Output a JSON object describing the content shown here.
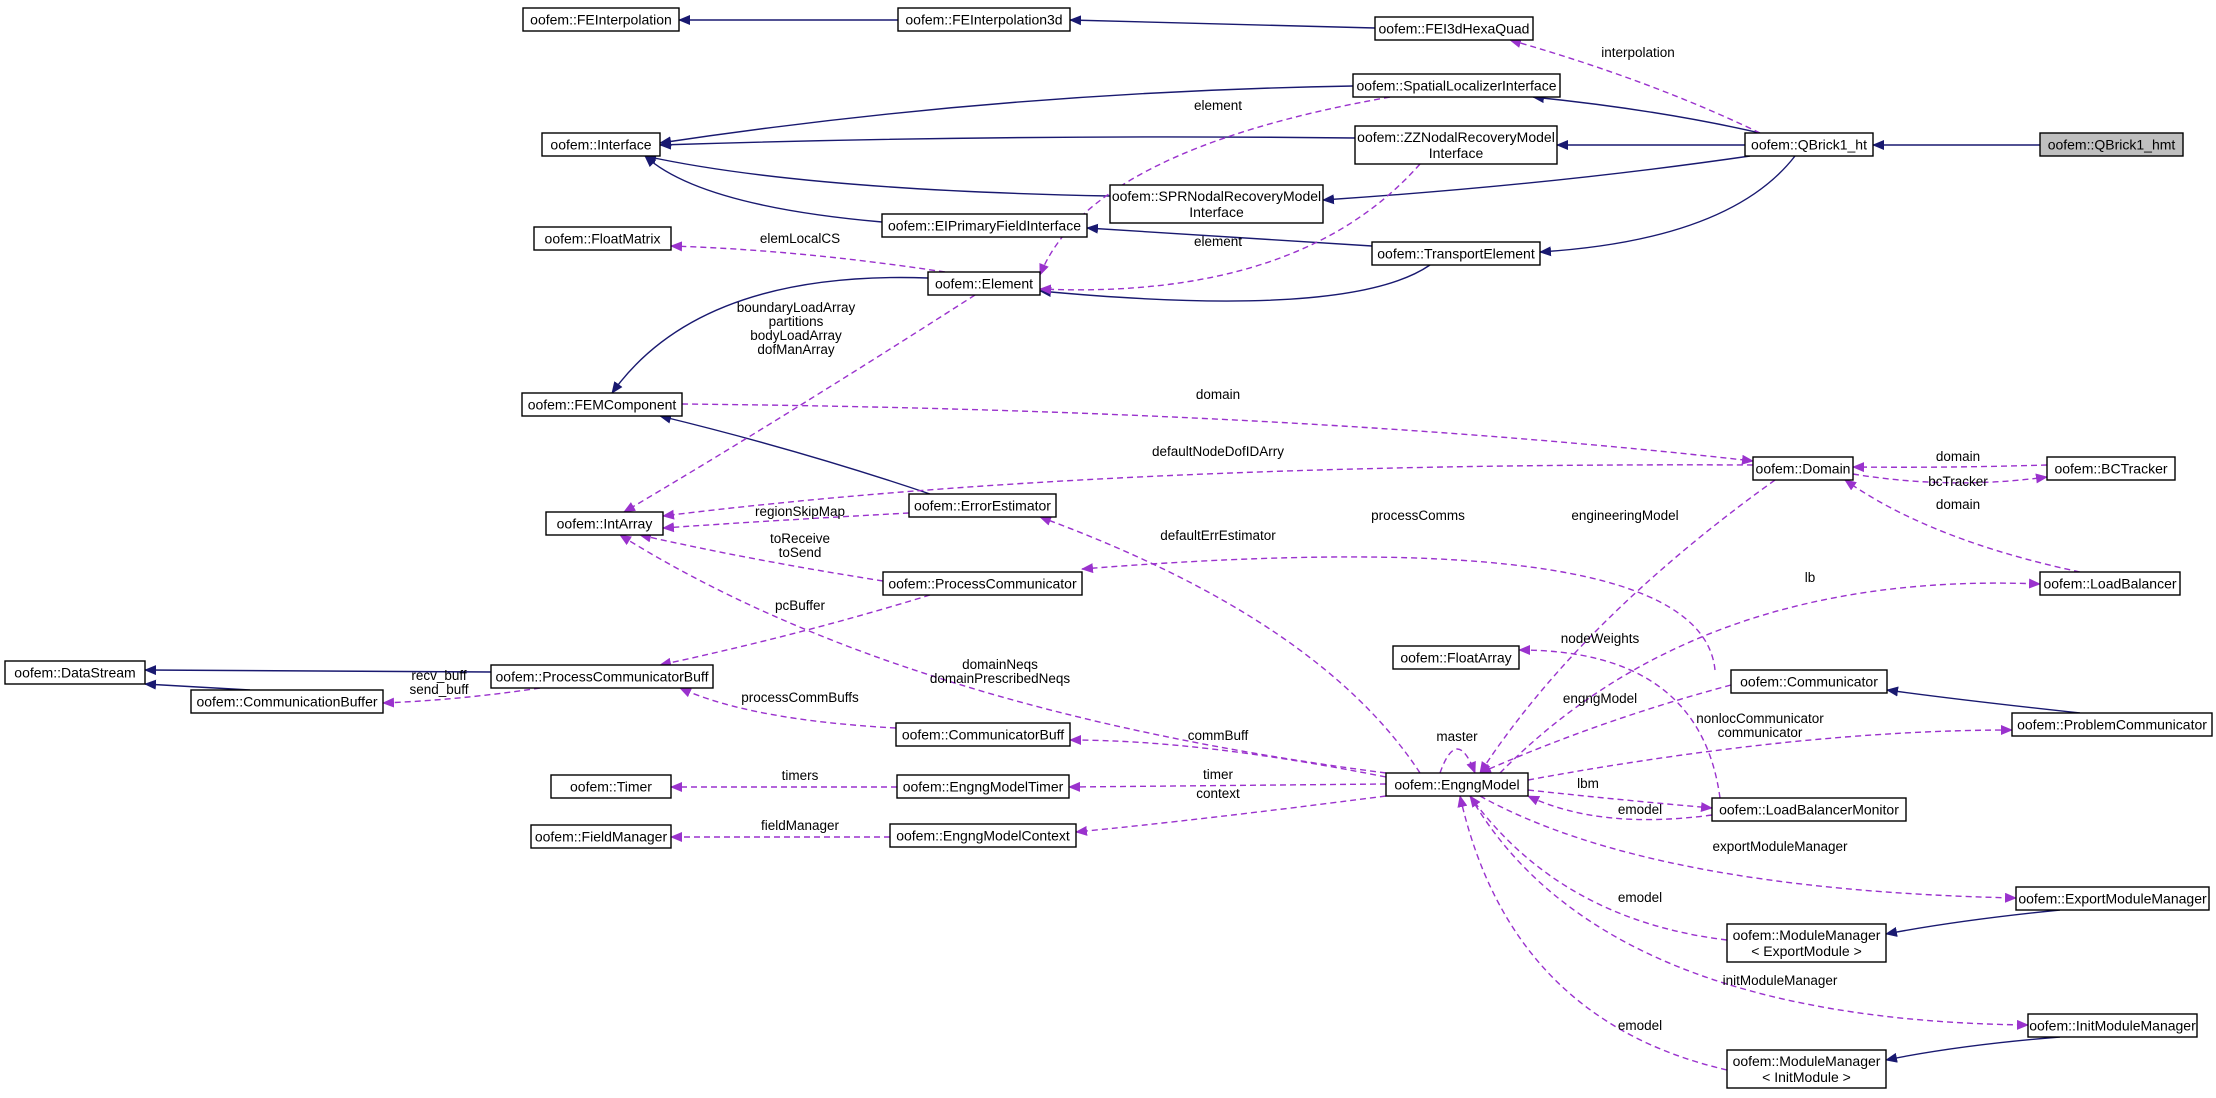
{
  "nodes": [
    {
      "id": "FEInterpolation",
      "lines": [
        "oofem::FEInterpolation"
      ]
    },
    {
      "id": "FEInterpolation3d",
      "lines": [
        "oofem::FEInterpolation3d"
      ]
    },
    {
      "id": "FEI3dHexaQuad",
      "lines": [
        "oofem::FEI3dHexaQuad"
      ]
    },
    {
      "id": "SpatialLocalizerInterface",
      "lines": [
        "oofem::SpatialLocalizerInterface"
      ]
    },
    {
      "id": "Interface",
      "lines": [
        "oofem::Interface"
      ]
    },
    {
      "id": "ZZNodalRecoveryModelInterface",
      "lines": [
        "oofem::ZZNodalRecoveryModel",
        "Interface"
      ]
    },
    {
      "id": "QBrick1_ht",
      "lines": [
        "oofem::QBrick1_ht"
      ]
    },
    {
      "id": "QBrick1_hmt",
      "lines": [
        "oofem::QBrick1_hmt"
      ],
      "highlight": true
    },
    {
      "id": "SPRNodalRecoveryModelInterface",
      "lines": [
        "oofem::SPRNodalRecoveryModel",
        "Interface"
      ]
    },
    {
      "id": "FloatMatrix",
      "lines": [
        "oofem::FloatMatrix"
      ]
    },
    {
      "id": "EIPrimaryFieldInterface",
      "lines": [
        "oofem::EIPrimaryFieldInterface"
      ]
    },
    {
      "id": "TransportElement",
      "lines": [
        "oofem::TransportElement"
      ]
    },
    {
      "id": "Element",
      "lines": [
        "oofem::Element"
      ]
    },
    {
      "id": "FEMComponent",
      "lines": [
        "oofem::FEMComponent"
      ]
    },
    {
      "id": "Domain",
      "lines": [
        "oofem::Domain"
      ]
    },
    {
      "id": "BCTracker",
      "lines": [
        "oofem::BCTracker"
      ]
    },
    {
      "id": "IntArray",
      "lines": [
        "oofem::IntArray"
      ]
    },
    {
      "id": "ErrorEstimator",
      "lines": [
        "oofem::ErrorEstimator"
      ]
    },
    {
      "id": "ProcessCommunicator",
      "lines": [
        "oofem::ProcessCommunicator"
      ]
    },
    {
      "id": "LoadBalancer",
      "lines": [
        "oofem::LoadBalancer"
      ]
    },
    {
      "id": "FloatArray",
      "lines": [
        "oofem::FloatArray"
      ]
    },
    {
      "id": "DataStream",
      "lines": [
        "oofem::DataStream"
      ]
    },
    {
      "id": "ProcessCommunicatorBuff",
      "lines": [
        "oofem::ProcessCommunicatorBuff"
      ]
    },
    {
      "id": "Communicator",
      "lines": [
        "oofem::Communicator"
      ]
    },
    {
      "id": "CommunicationBuffer",
      "lines": [
        "oofem::CommunicationBuffer"
      ]
    },
    {
      "id": "ProblemCommunicator",
      "lines": [
        "oofem::ProblemCommunicator"
      ]
    },
    {
      "id": "CommunicatorBuff",
      "lines": [
        "oofem::CommunicatorBuff"
      ]
    },
    {
      "id": "Timer",
      "lines": [
        "oofem::Timer"
      ]
    },
    {
      "id": "EngngModelTimer",
      "lines": [
        "oofem::EngngModelTimer"
      ]
    },
    {
      "id": "EngngModel",
      "lines": [
        "oofem::EngngModel"
      ]
    },
    {
      "id": "LoadBalancerMonitor",
      "lines": [
        "oofem::LoadBalancerMonitor"
      ]
    },
    {
      "id": "FieldManager",
      "lines": [
        "oofem::FieldManager"
      ]
    },
    {
      "id": "EngngModelContext",
      "lines": [
        "oofem::EngngModelContext"
      ]
    },
    {
      "id": "ExportModuleManager",
      "lines": [
        "oofem::ExportModuleManager"
      ]
    },
    {
      "id": "ModuleManagerExport",
      "lines": [
        "oofem::ModuleManager",
        "< ExportModule >"
      ]
    },
    {
      "id": "InitModuleManager",
      "lines": [
        "oofem::InitModuleManager"
      ]
    },
    {
      "id": "ModuleManagerInit",
      "lines": [
        "oofem::ModuleManager",
        "< InitModule >"
      ]
    }
  ],
  "edges": [
    {
      "from": "FEInterpolation3d",
      "to": "FEInterpolation",
      "kind": "inherit"
    },
    {
      "from": "FEI3dHexaQuad",
      "to": "FEInterpolation3d",
      "kind": "inherit"
    },
    {
      "from": "SpatialLocalizerInterface",
      "to": "Interface",
      "kind": "inherit"
    },
    {
      "from": "ZZNodalRecoveryModelInterface",
      "to": "Interface",
      "kind": "inherit"
    },
    {
      "from": "SPRNodalRecoveryModelInterface",
      "to": "Interface",
      "kind": "inherit"
    },
    {
      "from": "EIPrimaryFieldInterface",
      "to": "Interface",
      "kind": "inherit"
    },
    {
      "from": "QBrick1_hmt",
      "to": "QBrick1_ht",
      "kind": "inherit"
    },
    {
      "from": "QBrick1_ht",
      "to": "SpatialLocalizerInterface",
      "kind": "inherit"
    },
    {
      "from": "QBrick1_ht",
      "to": "ZZNodalRecoveryModelInterface",
      "kind": "inherit"
    },
    {
      "from": "QBrick1_ht",
      "to": "SPRNodalRecoveryModelInterface",
      "kind": "inherit"
    },
    {
      "from": "QBrick1_ht",
      "to": "TransportElement",
      "kind": "inherit"
    },
    {
      "from": "TransportElement",
      "to": "EIPrimaryFieldInterface",
      "kind": "inherit"
    },
    {
      "from": "TransportElement",
      "to": "Element",
      "kind": "inherit"
    },
    {
      "from": "Element",
      "to": "FEMComponent",
      "kind": "inherit"
    },
    {
      "from": "ErrorEstimator",
      "to": "FEMComponent",
      "kind": "inherit"
    },
    {
      "from": "ProcessCommunicatorBuff",
      "to": "DataStream",
      "kind": "inherit"
    },
    {
      "from": "CommunicationBuffer",
      "to": "DataStream",
      "kind": "inherit"
    },
    {
      "from": "ProblemCommunicator",
      "to": "Communicator",
      "kind": "inherit"
    },
    {
      "from": "ExportModuleManager",
      "to": "ModuleManagerExport",
      "kind": "inherit"
    },
    {
      "from": "InitModuleManager",
      "to": "ModuleManagerInit",
      "kind": "inherit"
    },
    {
      "from": "QBrick1_ht",
      "to": "FEI3dHexaQuad",
      "kind": "use",
      "label": [
        "interpolation"
      ]
    },
    {
      "from": "SpatialLocalizerInterface",
      "to": "Element",
      "kind": "use",
      "label": [
        "element"
      ]
    },
    {
      "from": "ZZNodalRecoveryModelInterface",
      "to": "Element",
      "kind": "use",
      "label": [
        "element"
      ]
    },
    {
      "from": "Element",
      "to": "FloatMatrix",
      "kind": "use",
      "label": [
        "elemLocalCS"
      ]
    },
    {
      "from": "Element",
      "to": "IntArray",
      "kind": "use",
      "label": [
        "boundaryLoadArray",
        "partitions",
        "bodyLoadArray",
        "dofManArray"
      ]
    },
    {
      "from": "FEMComponent",
      "to": "Domain",
      "kind": "use",
      "label": [
        "domain"
      ]
    },
    {
      "from": "Domain",
      "to": "IntArray",
      "kind": "use",
      "label": [
        "defaultNodeDofIDArry"
      ]
    },
    {
      "from": "BCTracker",
      "to": "Domain",
      "kind": "use",
      "label": [
        "domain"
      ]
    },
    {
      "from": "Domain",
      "to": "BCTracker",
      "kind": "use",
      "label": [
        "bcTracker"
      ]
    },
    {
      "from": "LoadBalancer",
      "to": "Domain",
      "kind": "use",
      "label": [
        "domain"
      ]
    },
    {
      "from": "Domain",
      "to": "EngngModel",
      "kind": "use",
      "label": [
        "engineeringModel"
      ]
    },
    {
      "from": "ErrorEstimator",
      "to": "IntArray",
      "kind": "use",
      "label": [
        "regionSkipMap"
      ]
    },
    {
      "from": "ProcessCommunicator",
      "to": "IntArray",
      "kind": "use",
      "label": [
        "toReceive",
        "toSend"
      ]
    },
    {
      "from": "EngngModel",
      "to": "ErrorEstimator",
      "kind": "use",
      "label": [
        "defaultErrEstimator"
      ]
    },
    {
      "from": "Communicator",
      "to": "ProcessCommunicator",
      "kind": "use",
      "label": [
        "processComms"
      ]
    },
    {
      "from": "ProcessCommunicator",
      "to": "ProcessCommunicatorBuff",
      "kind": "use",
      "label": [
        "pcBuffer"
      ]
    },
    {
      "from": "EngngModel",
      "to": "LoadBalancer",
      "kind": "use",
      "label": [
        "lb"
      ]
    },
    {
      "from": "LoadBalancerMonitor",
      "to": "FloatArray",
      "kind": "use",
      "label": [
        "nodeWeights"
      ]
    },
    {
      "from": "ProcessCommunicatorBuff",
      "to": "CommunicationBuffer",
      "kind": "use",
      "label": [
        "recv_buff",
        "send_buff"
      ]
    },
    {
      "from": "EngngModel",
      "to": "IntArray",
      "kind": "use",
      "label": [
        "domainNeqs",
        "domainPrescribedNeqs"
      ]
    },
    {
      "from": "Communicator",
      "to": "EngngModel",
      "kind": "use",
      "label": [
        "engngModel"
      ]
    },
    {
      "from": "CommunicatorBuff",
      "to": "ProcessCommunicatorBuff",
      "kind": "use",
      "label": [
        "processCommBuffs"
      ]
    },
    {
      "from": "EngngModel",
      "to": "ProblemCommunicator",
      "kind": "use",
      "label": [
        "nonlocCommunicator",
        "communicator"
      ]
    },
    {
      "from": "EngngModel",
      "to": "CommunicatorBuff",
      "kind": "use",
      "label": [
        "commBuff"
      ]
    },
    {
      "from": "EngngModel",
      "to": "EngngModel",
      "kind": "use",
      "label": [
        "master"
      ]
    },
    {
      "from": "EngngModelTimer",
      "to": "Timer",
      "kind": "use",
      "label": [
        "timers"
      ]
    },
    {
      "from": "EngngModel",
      "to": "EngngModelTimer",
      "kind": "use",
      "label": [
        "timer"
      ]
    },
    {
      "from": "EngngModel",
      "to": "LoadBalancerMonitor",
      "kind": "use",
      "label": [
        "lbm"
      ]
    },
    {
      "from": "LoadBalancerMonitor",
      "to": "EngngModel",
      "kind": "use",
      "label": [
        "emodel"
      ]
    },
    {
      "from": "EngngModelContext",
      "to": "FieldManager",
      "kind": "use",
      "label": [
        "fieldManager"
      ]
    },
    {
      "from": "EngngModel",
      "to": "EngngModelContext",
      "kind": "use",
      "label": [
        "context"
      ]
    },
    {
      "from": "EngngModel",
      "to": "ExportModuleManager",
      "kind": "use",
      "label": [
        "exportModuleManager"
      ]
    },
    {
      "from": "ModuleManagerExport",
      "to": "EngngModel",
      "kind": "use",
      "label": [
        "emodel"
      ]
    },
    {
      "from": "EngngModel",
      "to": "InitModuleManager",
      "kind": "use",
      "label": [
        "initModuleManager"
      ]
    },
    {
      "from": "ModuleManagerInit",
      "to": "EngngModel",
      "kind": "use",
      "label": [
        "emodel"
      ]
    }
  ],
  "colors": {
    "inherit": "#191970",
    "use": "#9a32cd",
    "highlight_fill": "#bfbfbf"
  }
}
